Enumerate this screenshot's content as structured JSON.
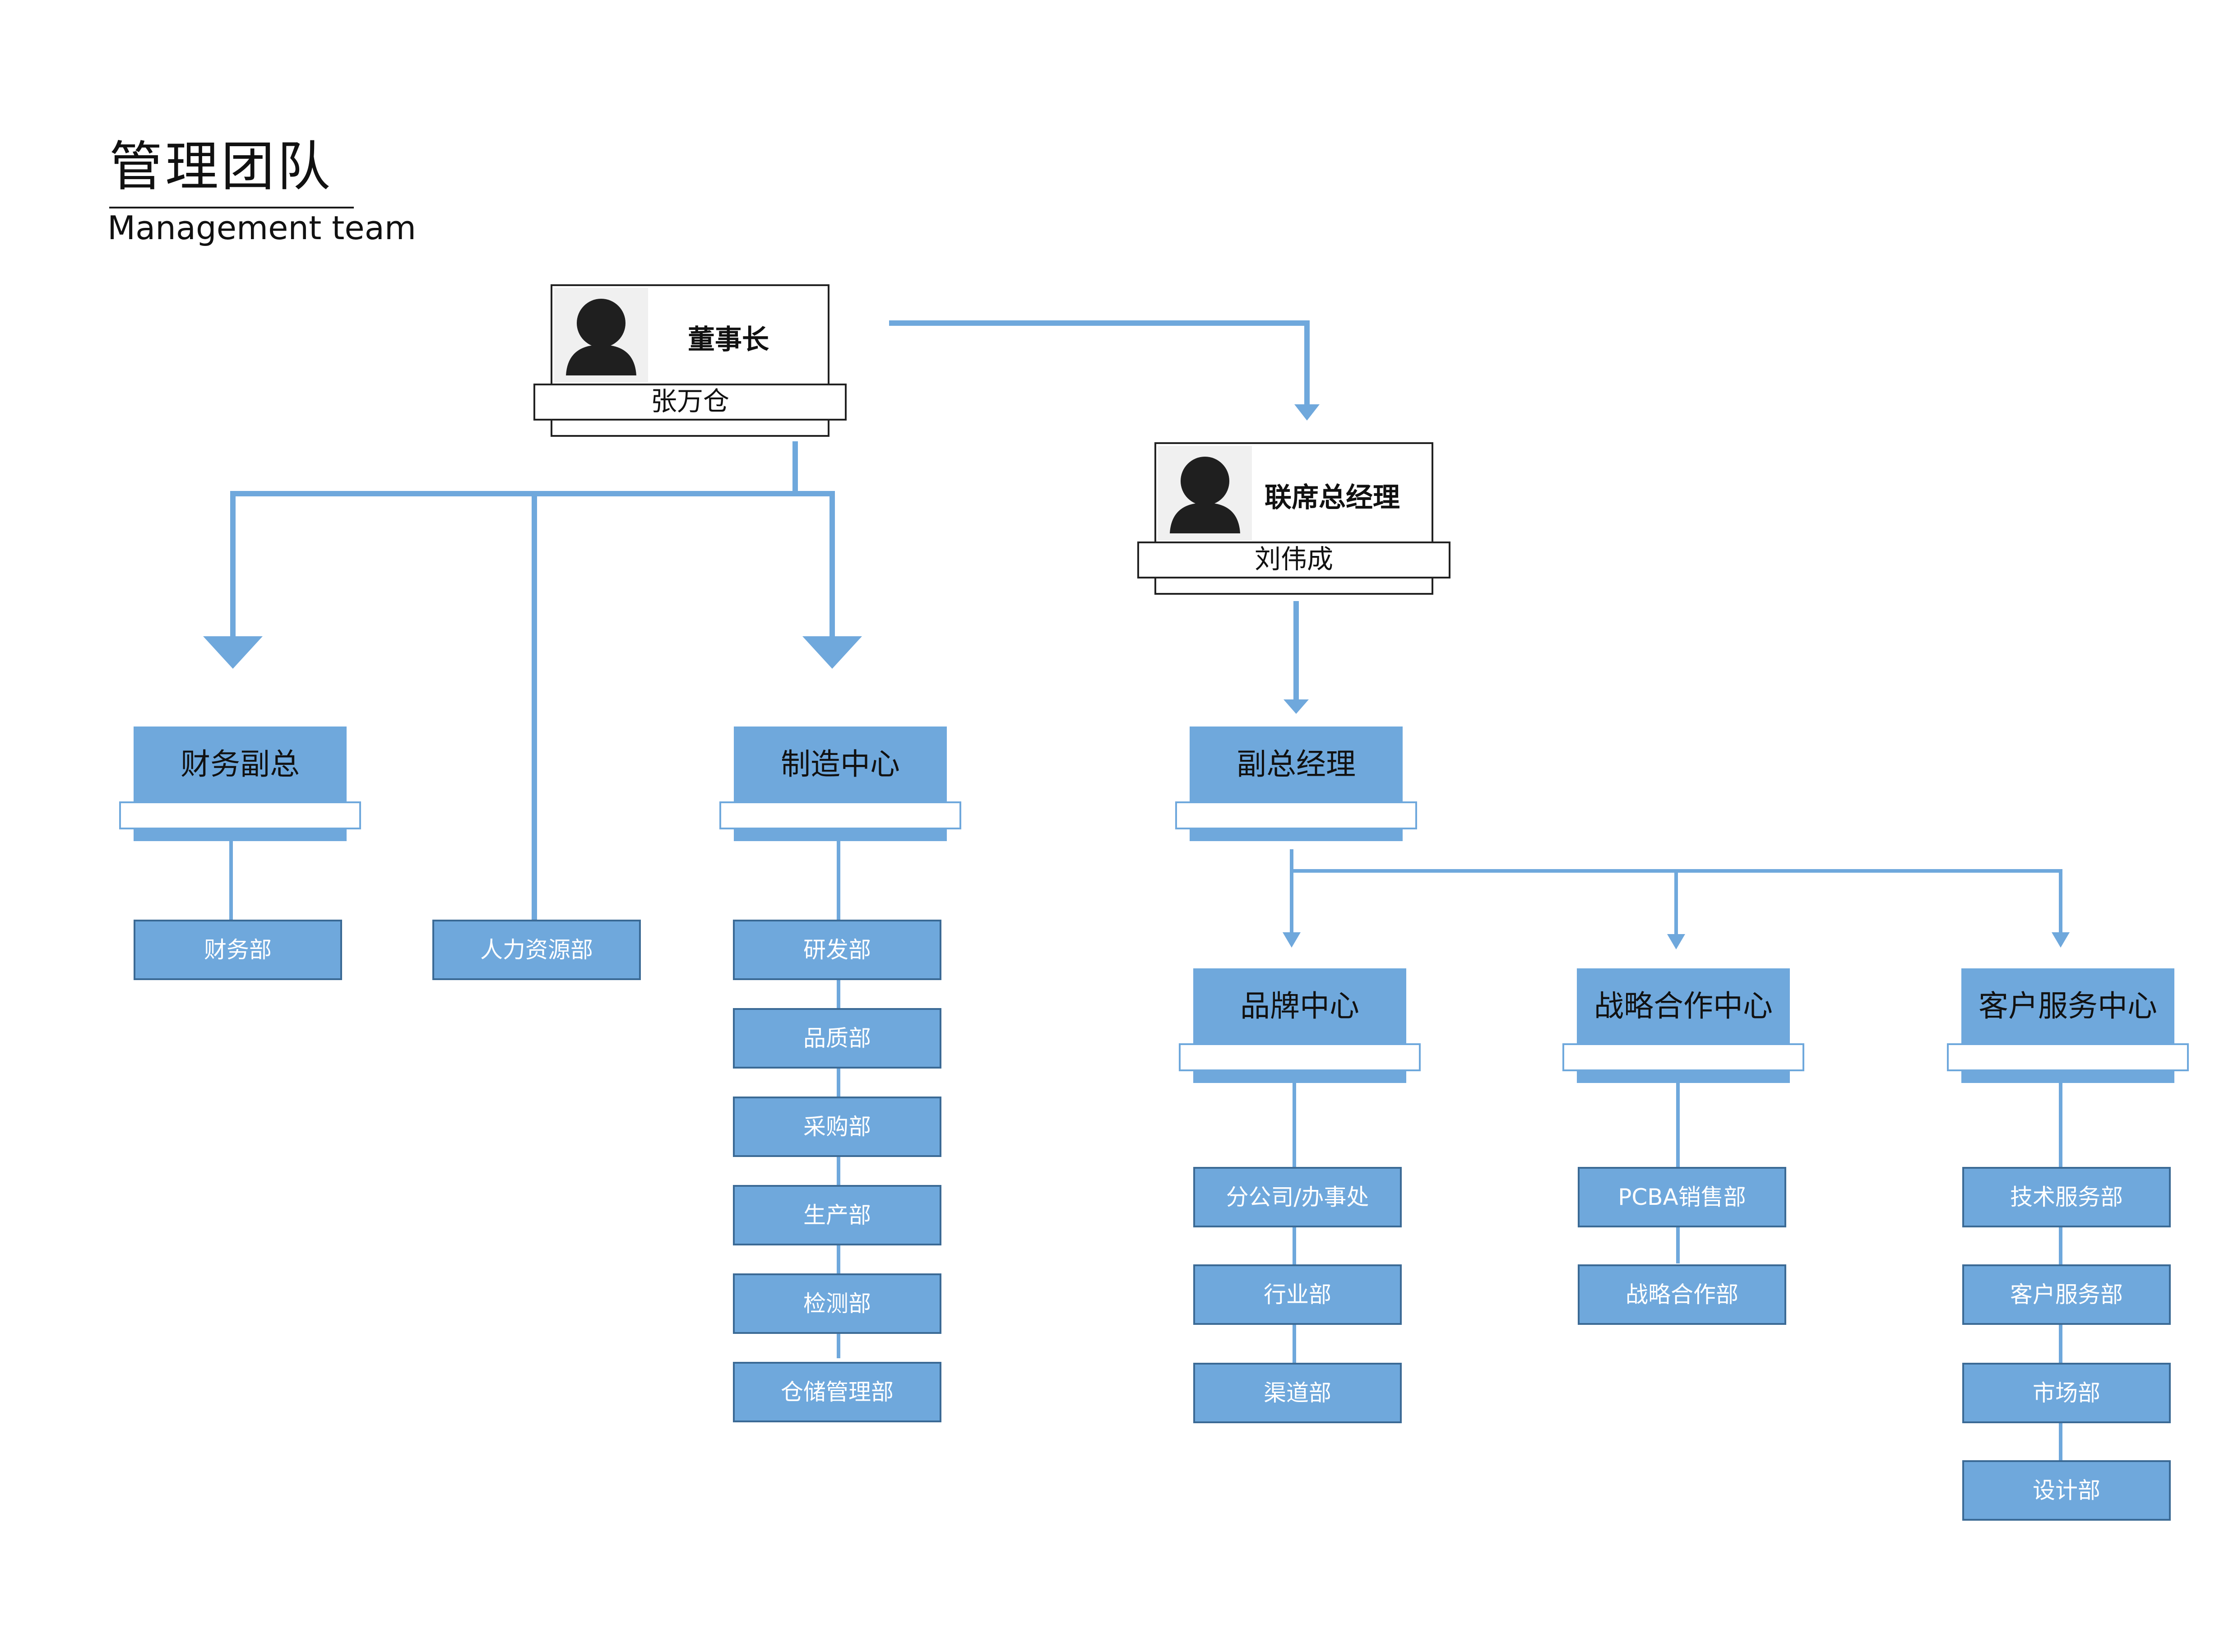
{
  "header": {
    "title": "管理团队",
    "subtitle": "Management team"
  },
  "people": {
    "chairman": {
      "role": "董事长",
      "name": "张万仓"
    },
    "gm": {
      "role": "联席总经理",
      "name": "刘伟成"
    }
  },
  "centers": {
    "finance_vp": "财务副总",
    "manufacturing": "制造中心",
    "deputy_gm": "副总经理",
    "brand": "品牌中心",
    "strategy": "战略合作中心",
    "customer_service": "客户服务中心"
  },
  "departments": {
    "finance": "财务部",
    "hr": "人力资源部",
    "manufacturing": [
      "研发部",
      "品质部",
      "采购部",
      "生产部",
      "检测部",
      "仓储管理部"
    ],
    "brand": [
      "分公司/办事处",
      "行业部",
      "渠道部"
    ],
    "strategy": [
      "PCBA销售部",
      "战略合作部"
    ],
    "customer_service": [
      "技术服务部",
      "客户服务部",
      "市场部",
      "设计部"
    ]
  },
  "colors": {
    "accent": "#6fa8dc",
    "accent_dark": "#3b6a95",
    "outline": "#222222"
  },
  "icons": {
    "avatar": "person-silhouette-icon"
  }
}
